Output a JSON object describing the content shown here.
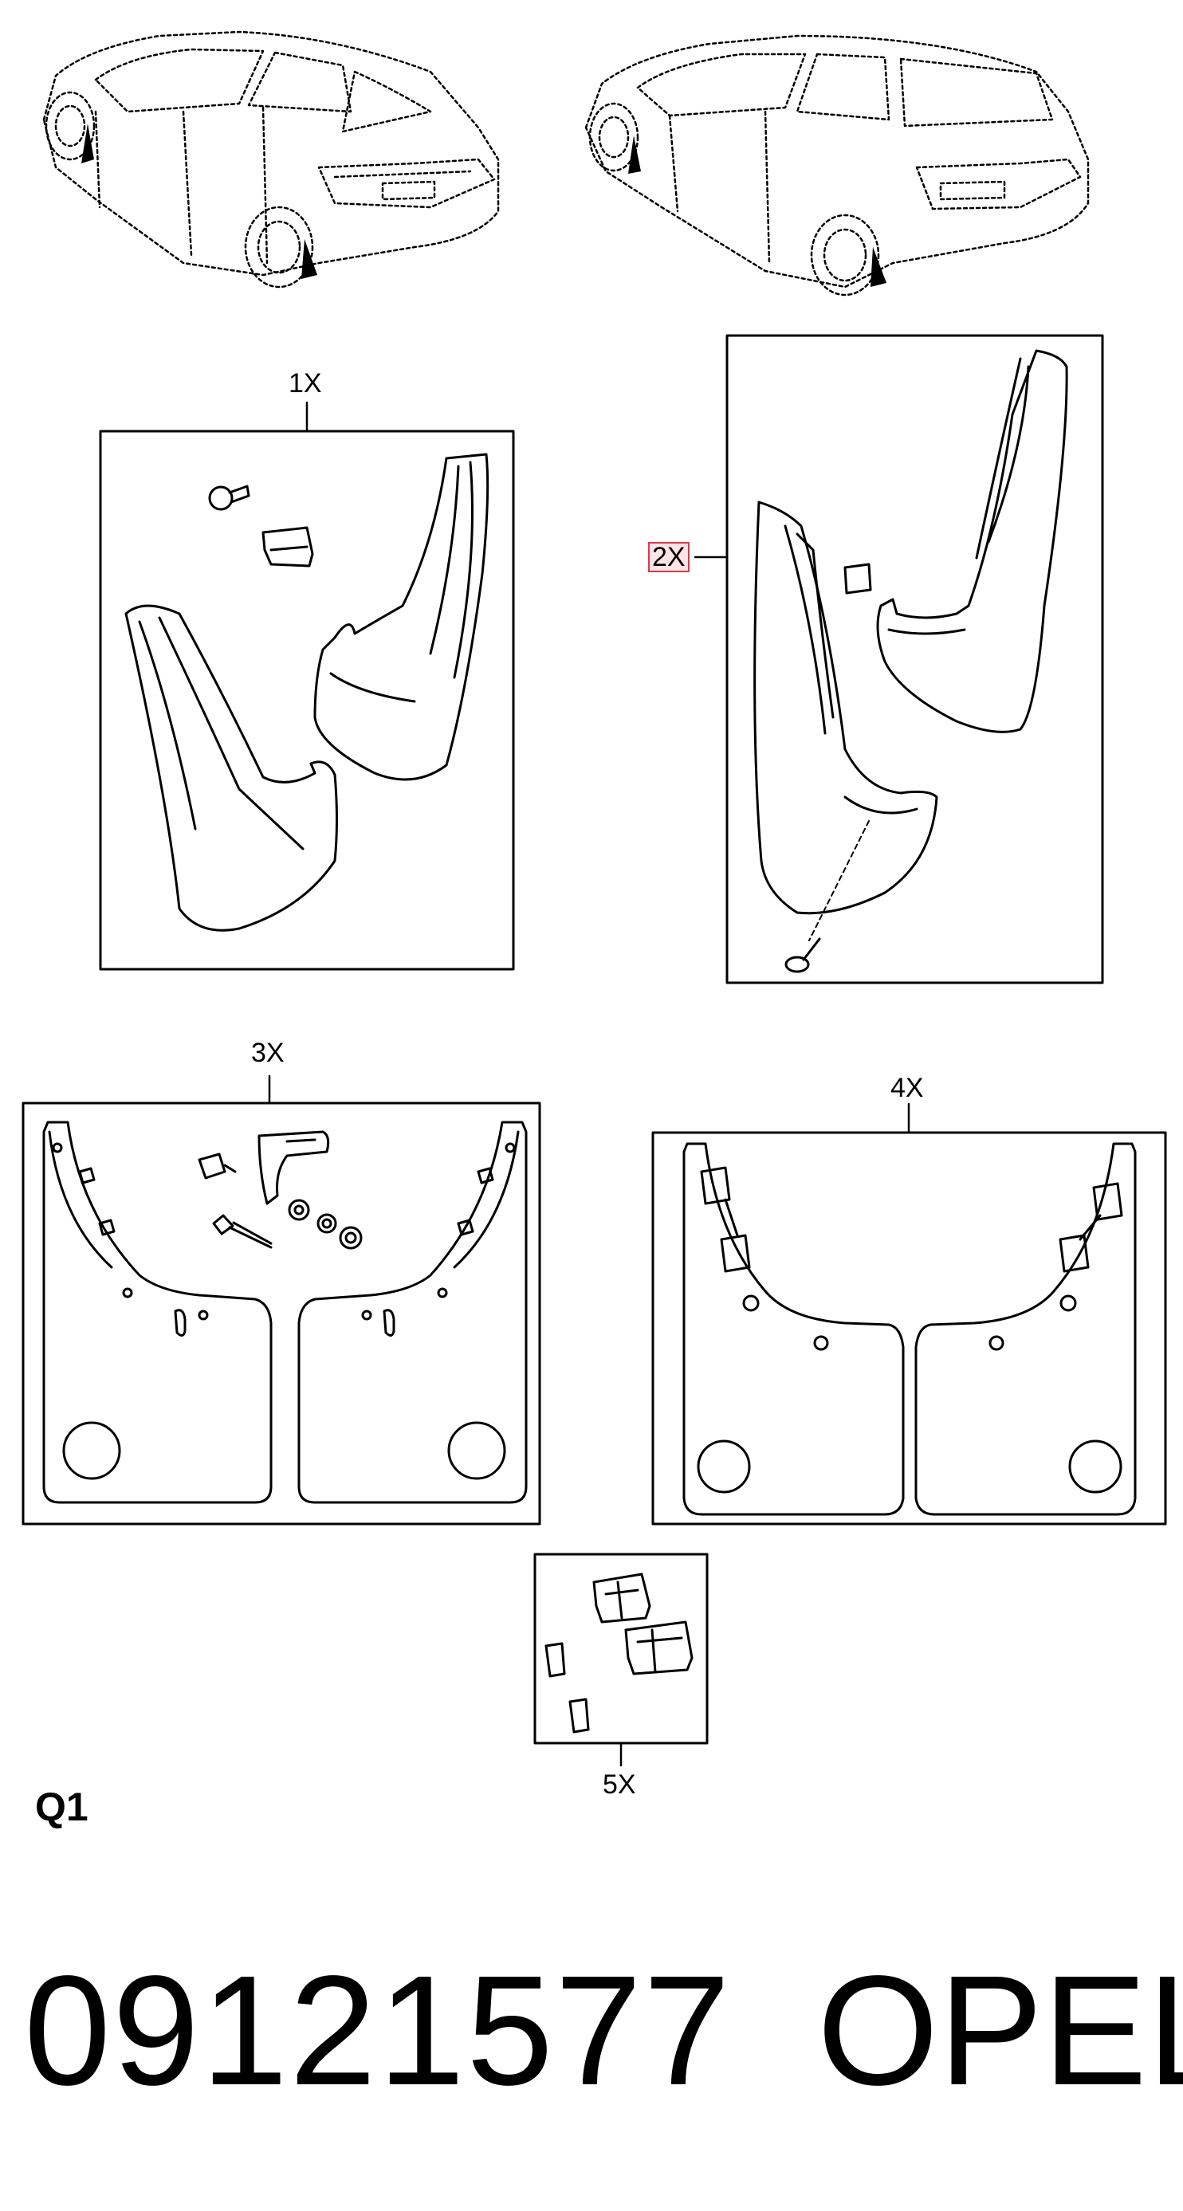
{
  "diagram": {
    "callouts": {
      "c1": "1X",
      "c2": "2X",
      "c3": "3X",
      "c4": "4X",
      "c5": "5X"
    },
    "group_code": "Q1",
    "part_number": "09121577",
    "brand": "OPEL",
    "highlight_color": "#e0394a"
  }
}
